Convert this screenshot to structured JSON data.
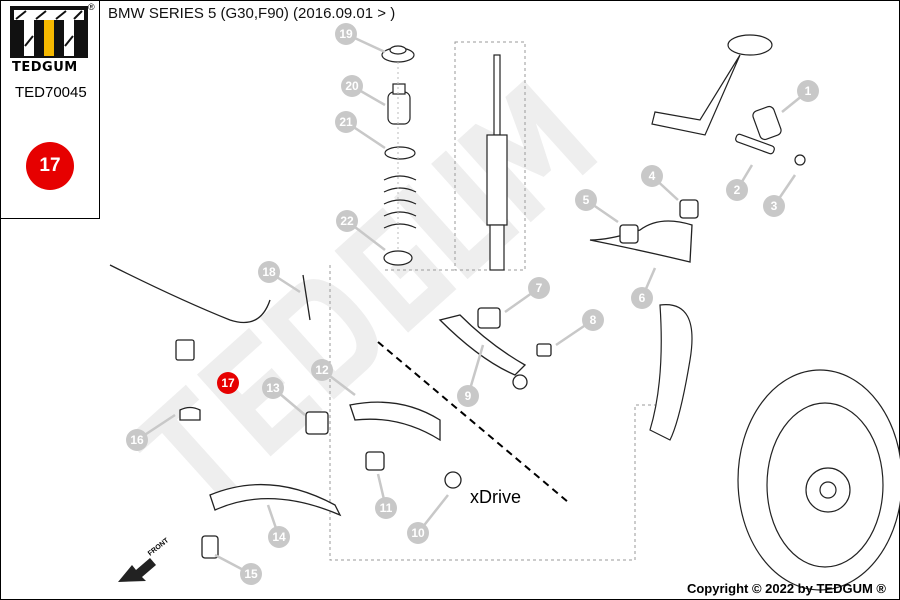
{
  "header": {
    "title": "BMW SERIES 5 (G30,F90)  (2016.09.01 > )"
  },
  "sidebar": {
    "brand": "TEDGUM",
    "registered_mark": "®",
    "part_number": "TED70045",
    "position_badge": "17"
  },
  "diagram": {
    "watermark": "TEDGUM",
    "variant_label": "xDrive",
    "front_label": "FRONT",
    "highlight_color": "#e60000",
    "callout_color": "#c8c8c8",
    "highlighted_callout": "17",
    "callouts": [
      "1",
      "2",
      "3",
      "4",
      "5",
      "6",
      "7",
      "8",
      "9",
      "10",
      "11",
      "12",
      "13",
      "14",
      "15",
      "16",
      "17",
      "18",
      "19",
      "20",
      "21",
      "22"
    ]
  },
  "footer": {
    "copyright": "Copyright © 2022 by TEDGUM ®"
  }
}
